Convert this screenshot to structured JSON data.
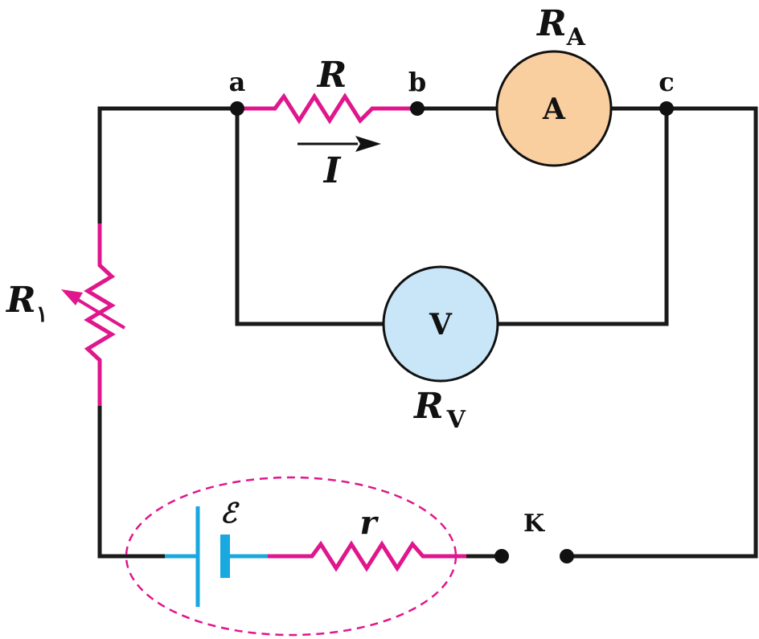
{
  "nodes": {
    "a": "a",
    "b": "b",
    "c": "c"
  },
  "resistor_R": {
    "symbol": "R"
  },
  "current": {
    "symbol": "I"
  },
  "ammeter": {
    "letter": "A",
    "resistance_symbol": "R",
    "resistance_subscript": "A",
    "fill": "#f9cfa0"
  },
  "voltmeter": {
    "letter": "V",
    "resistance_symbol": "R",
    "resistance_subscript": "V",
    "fill": "#c8e6f8"
  },
  "rheostat": {
    "symbol": "R",
    "subscript": "۱"
  },
  "source": {
    "emf_symbol": "ℰ",
    "internal_resistance_symbol": "r"
  },
  "switch": {
    "label": "K"
  },
  "colors": {
    "wire": "#1a1a1a",
    "resistor": "#e0168c",
    "battery": "#19a8df"
  }
}
